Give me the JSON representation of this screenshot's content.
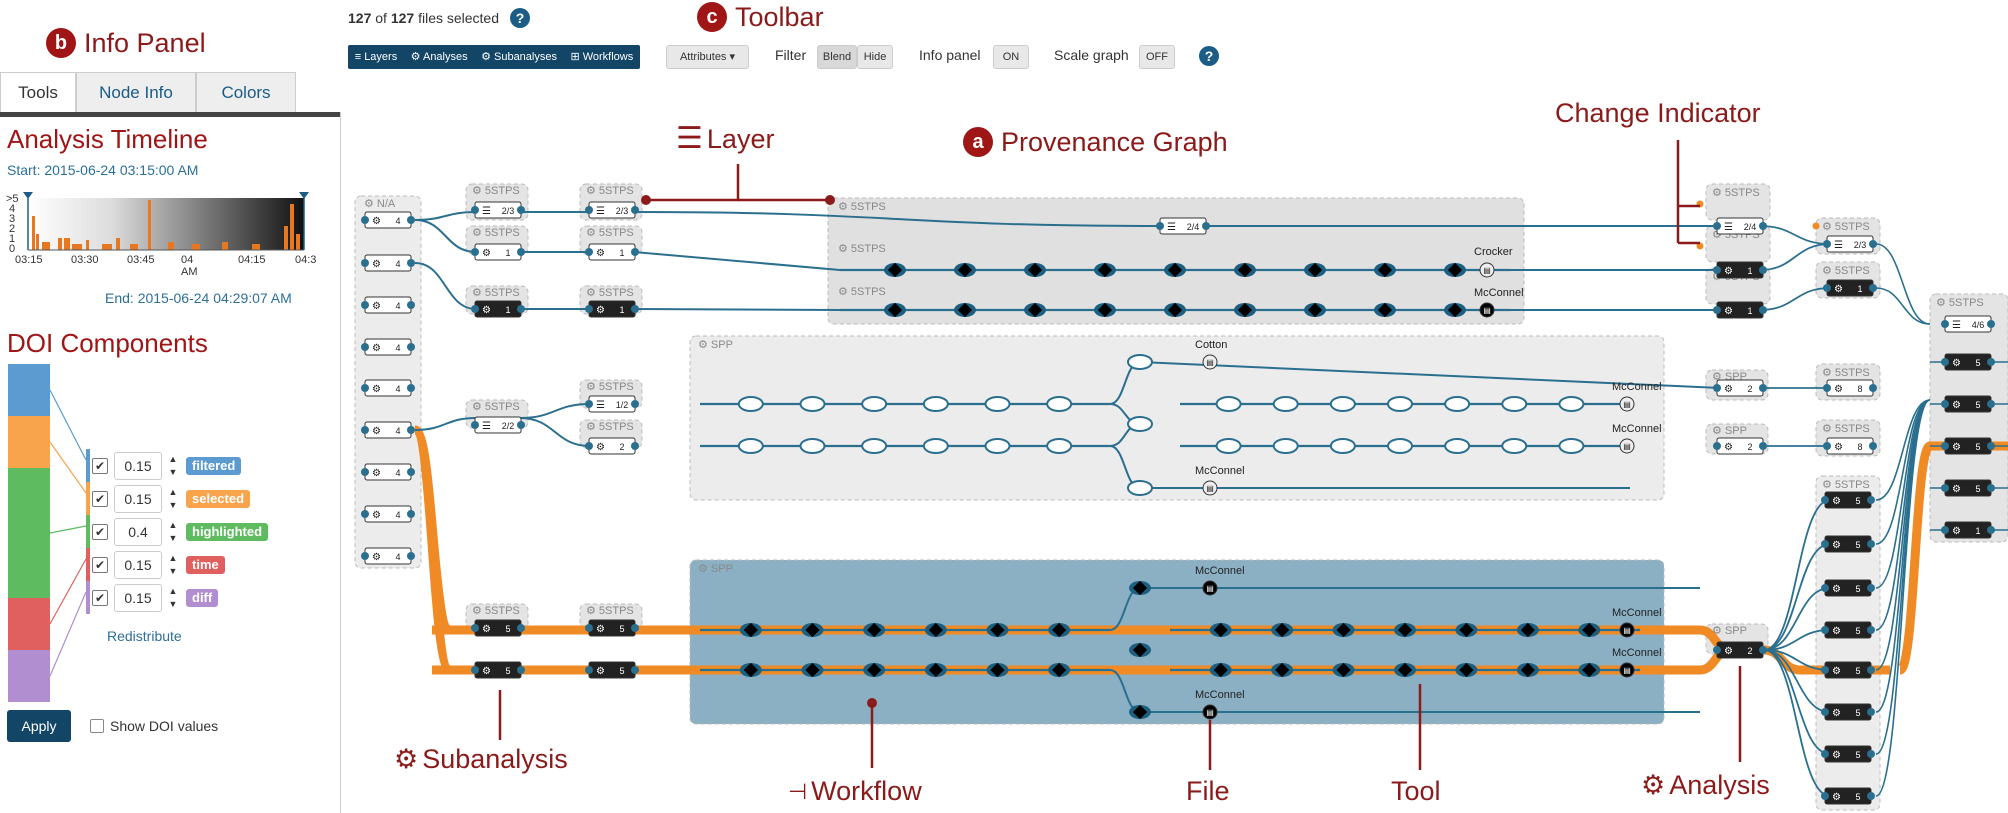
{
  "annotations": {
    "info_panel": {
      "letter": "b",
      "label": "Info Panel"
    },
    "toolbar": {
      "letter": "c",
      "label": "Toolbar"
    },
    "provenance_graph": {
      "letter": "a",
      "label": "Provenance Graph"
    },
    "layer": "Layer",
    "change_indicator": "Change Indicator",
    "subanalysis": "Subanalysis",
    "workflow": "Workflow",
    "file": "File",
    "tool": "Tool",
    "analysis": "Analysis"
  },
  "tabs": [
    "Tools",
    "Node Info",
    "Colors"
  ],
  "timeline": {
    "title": "Analysis Timeline",
    "start": "Start: 2015-06-24 03:15:00 AM",
    "end": "End: 2015-06-24 04:29:07 AM",
    "y_ticks": [
      ">5",
      "4",
      "3",
      "2",
      "1",
      "0"
    ],
    "x_ticks": [
      "03:15",
      "03:30",
      "03:45",
      "04 AM",
      "04:15",
      "04:3"
    ]
  },
  "doi": {
    "title": "DOI Components",
    "rows": [
      {
        "checked": "✔",
        "value": "0.15",
        "label": "filtered",
        "color": "#5b9bd0"
      },
      {
        "checked": "✔",
        "value": "0.15",
        "label": "selected",
        "color": "#f7a44c"
      },
      {
        "checked": "✔",
        "value": "0.4",
        "label": "highlighted",
        "color": "#5fbb5f"
      },
      {
        "checked": "✔",
        "value": "0.15",
        "label": "time",
        "color": "#e06060"
      },
      {
        "checked": "✔",
        "value": "0.15",
        "label": "diff",
        "color": "#b08ed0"
      }
    ],
    "redistribute": "Redistribute",
    "apply": "Apply",
    "show_values": "Show DOI values"
  },
  "toolbar": {
    "count_selected": "127",
    "count_of": "of",
    "count_total": "127",
    "count_suffix": "files selected",
    "view_buttons": [
      "≡ Layers",
      "⚙ Analyses",
      "⚙ Subanalyses",
      "⊞ Workflows"
    ],
    "attributes": "Attributes ▾",
    "filter_label": "Filter",
    "filter_blend": "Blend",
    "filter_hide": "Hide",
    "info_panel_label": "Info panel",
    "info_panel_state": "ON",
    "scale_graph_label": "Scale graph",
    "scale_graph_state": "OFF"
  },
  "graph": {
    "na_label": "N/A",
    "input_counts": [
      "4",
      "4",
      "4",
      "4",
      "4",
      "4",
      "4",
      "4",
      "4"
    ],
    "layer_label": "5STPS",
    "spp_label": "SPP",
    "counts": {
      "c23": "2/3",
      "c24": "2/4",
      "c22": "2/2",
      "c12": "1/2",
      "c46": "4/6",
      "one": "1",
      "two": "2",
      "five": "5",
      "eight": "8"
    },
    "file_labels": {
      "crocker": "Crocker",
      "mcconnel": "McConnel",
      "cotton": "Cotton"
    }
  },
  "colors": {
    "accent": "#8b1a1a",
    "dark": "#124566",
    "edge": "#2b6f8f",
    "highlight": "#f08a24",
    "node": "#222222"
  }
}
